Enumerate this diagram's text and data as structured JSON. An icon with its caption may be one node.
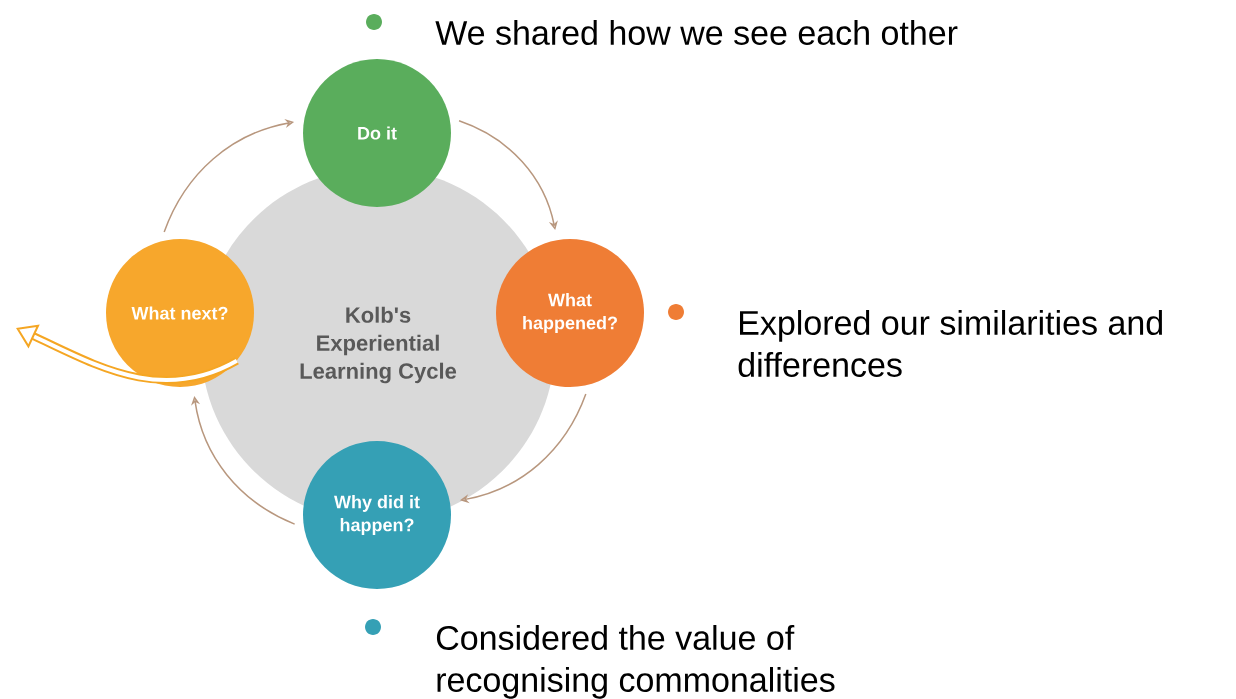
{
  "diagram": {
    "nodes": [
      {
        "text": [
          "Kolb's Experiential Learning Cycle"
        ]
      },
      {
        "text": [
          "Do it"
        ]
      },
      {
        "text": [
          "What happened?"
        ]
      },
      {
        "text": [
          "Why did it happen?"
        ]
      },
      {
        "text": [
          "What next?"
        ]
      }
    ],
    "edges": [
      {
        "from": 1,
        "to": 2,
        "arrow": "to"
      },
      {
        "from": 2,
        "to": 3,
        "arrow": "to"
      },
      {
        "from": 3,
        "to": 4,
        "arrow": "to"
      },
      {
        "from": 4,
        "to": 1,
        "arrow": "to"
      },
      {
        "from": 4,
        "to": null,
        "arrow": "to",
        "style": "thick",
        "color": "#f5a623"
      }
    ],
    "labels": [
      "We shared how we see each other",
      "Explored our similarities and differences",
      "Considered the value of recognising commonalities"
    ]
  }
}
